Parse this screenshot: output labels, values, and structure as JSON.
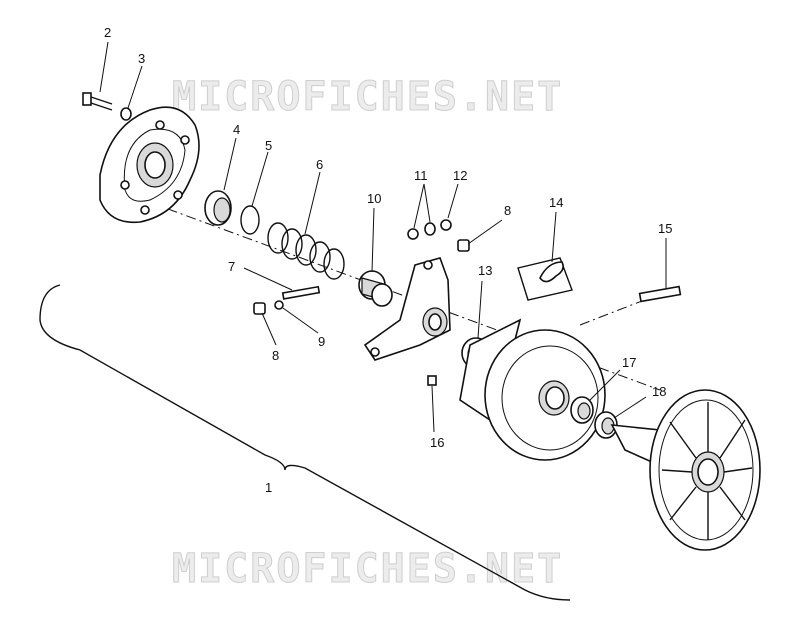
{
  "watermarks": {
    "top": "MICROFICHES.NET",
    "bottom": "MICROFICHES.NET"
  },
  "callouts": [
    "1",
    "2",
    "3",
    "4",
    "5",
    "6",
    "7",
    "8",
    "8",
    "9",
    "10",
    "11",
    "12",
    "13",
    "14",
    "15",
    "16",
    "17",
    "18"
  ],
  "colors": {
    "ink": "#111111",
    "watermark_fill": "#ececec",
    "watermark_stroke": "#cfcfcf",
    "background": "#ffffff"
  }
}
